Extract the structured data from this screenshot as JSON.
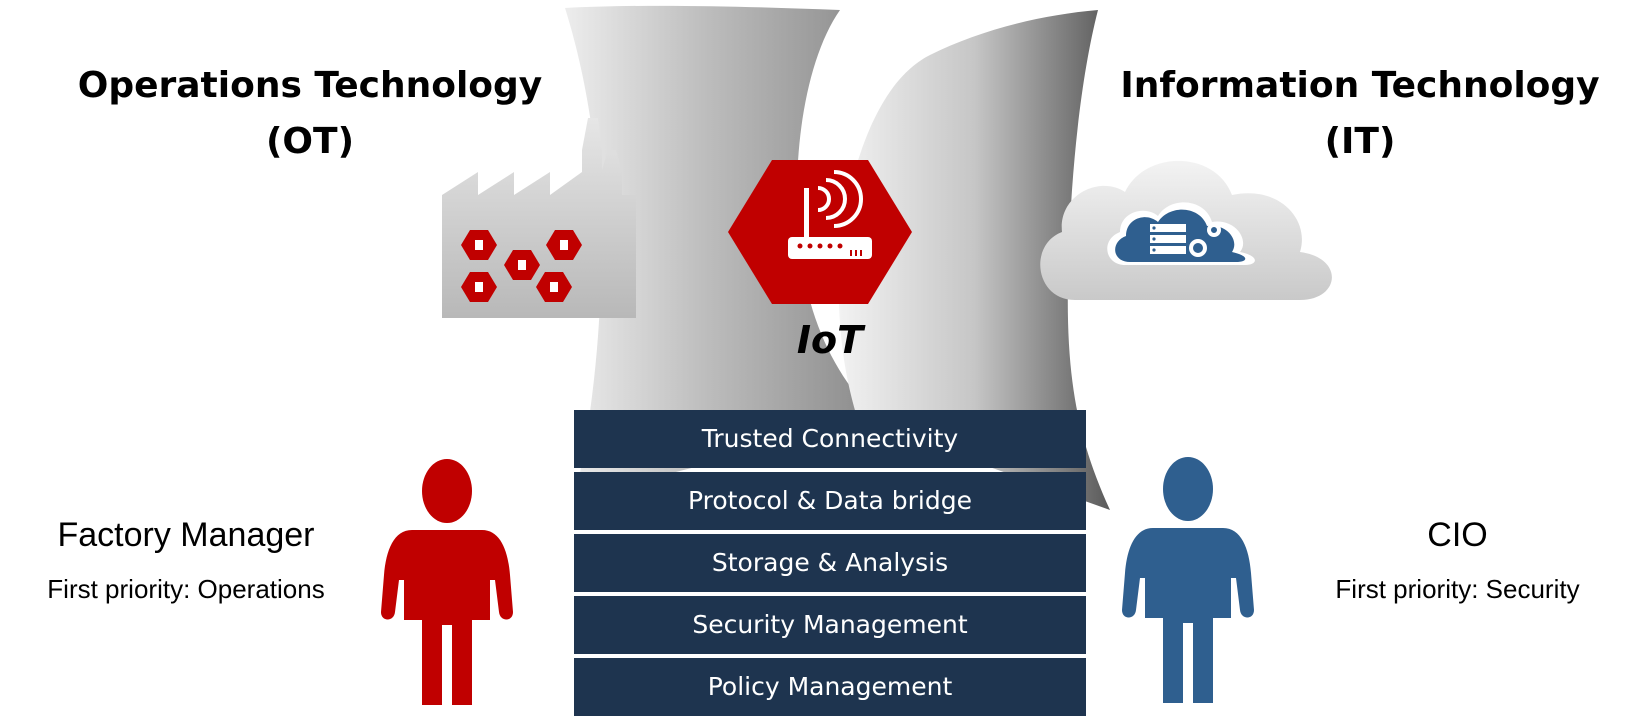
{
  "ot": {
    "title_line1": "Operations Technology",
    "title_line2": "(OT)"
  },
  "it": {
    "title_line1": "Information Technology",
    "title_line2": "(IT)"
  },
  "iot": {
    "label": "IoT"
  },
  "left_person": {
    "name": "Factory Manager",
    "priority": "First priority: Operations",
    "color": "#c00000"
  },
  "right_person": {
    "name": "CIO",
    "priority": "First priority: Security",
    "color": "#2f5f8f"
  },
  "stack": {
    "color": "#1e344f",
    "layers": [
      "Trusted Connectivity",
      "Protocol & Data bridge",
      "Storage & Analysis",
      "Security Management",
      "Policy Management"
    ]
  },
  "icons": [
    "factory-icon",
    "router-icon",
    "cloud-server-icon",
    "person-icon"
  ]
}
